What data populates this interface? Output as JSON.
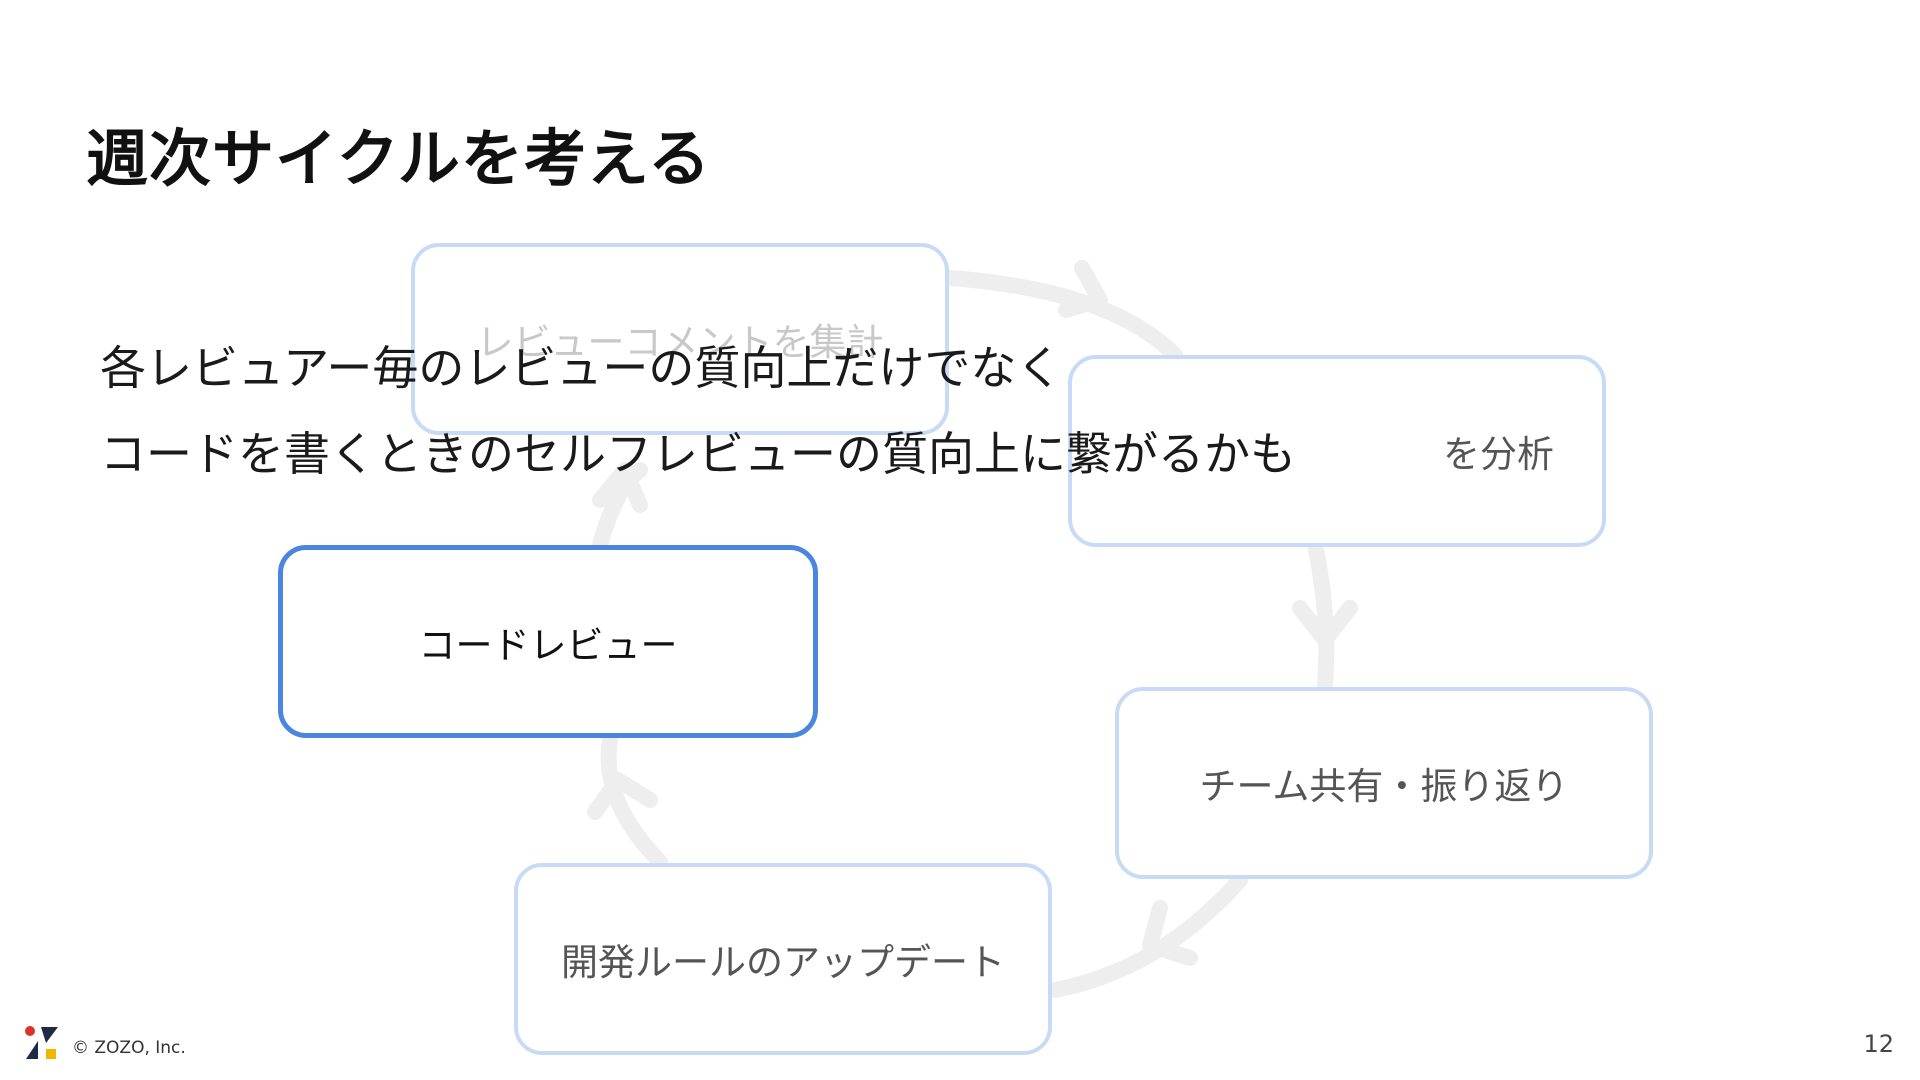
{
  "slide": {
    "title": "週次サイクルを考える"
  },
  "cycle": {
    "steps": [
      {
        "label": "レビューコメントを集計"
      },
      {
        "label": "を分析"
      },
      {
        "label": "チーム共有・振り返り"
      },
      {
        "label": "開発ルールのアップデート"
      },
      {
        "label": "コードレビュー"
      }
    ],
    "active_step": "コードレビュー"
  },
  "callout": {
    "line1": "各レビュアー毎のレビューの質向上だけでなく",
    "line2": "コードを書くときのセルフレビューの質向上に繋がるかも"
  },
  "footer": {
    "copyright": "© ZOZO, Inc.",
    "page_number": "12"
  },
  "colors": {
    "box_border": "#c7dbf7",
    "active_border": "#4a86e0",
    "arrow": "#eeeeee",
    "logo_red": "#d9332b",
    "logo_yellow": "#f2b600",
    "logo_navy": "#1f2a44"
  }
}
